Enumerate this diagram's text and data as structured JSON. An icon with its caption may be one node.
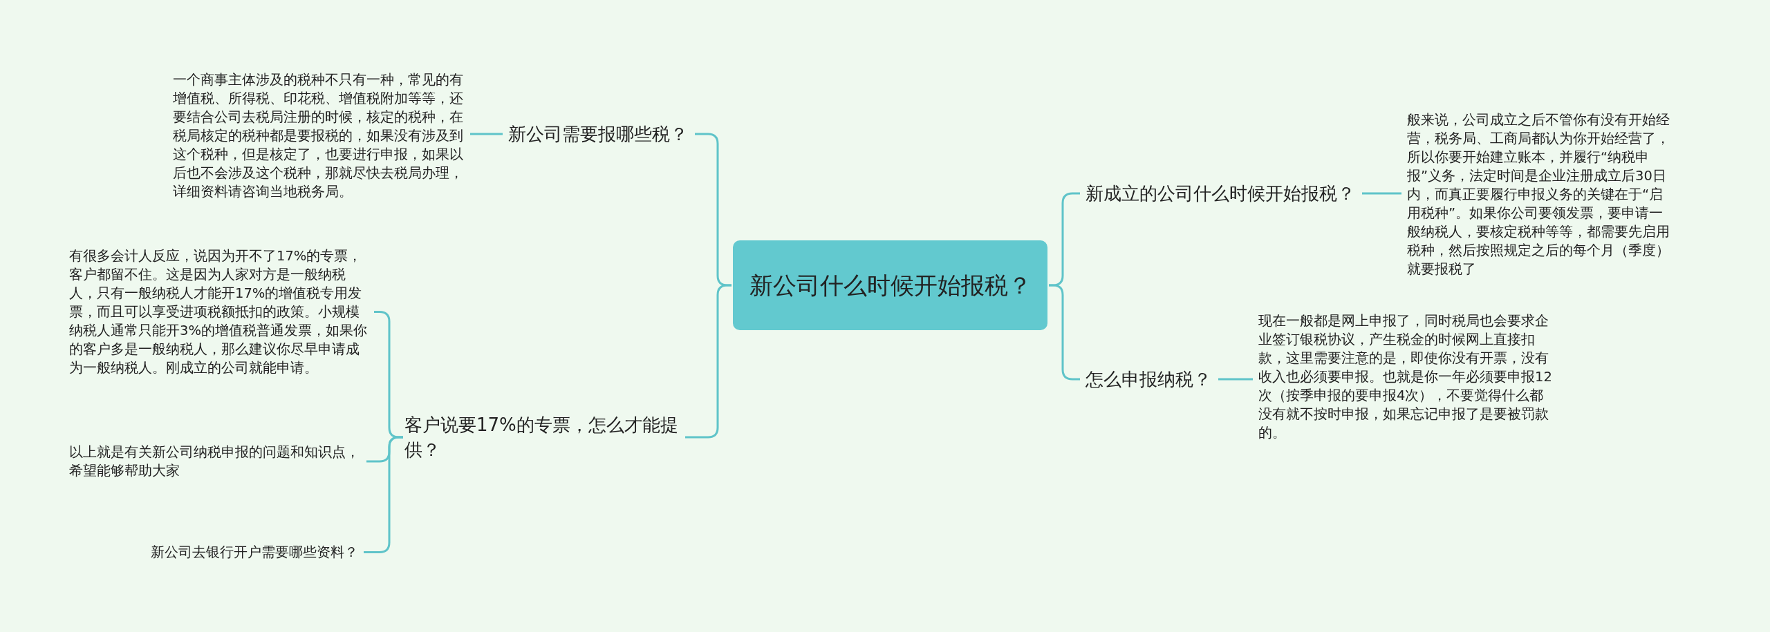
{
  "diagram": {
    "nodes": [
      {
        "text": [
          "新公司什么时候开始报税？"
        ]
      },
      {
        "text": [
          "新公司需要报哪些税？"
        ]
      },
      {
        "text": [
          "一个商事主体涉及的税种不只有一种，常见的有增值税、所得税、印花税、增值税附加等等，还要结合公司去税局注册的时候，核定的税种，在税局核定的税种都是要报税的，如果没有涉及到这个税种，但是核定了，也要进行申报，如果以后也不会涉及这个税种，那就尽快去税局办理，详细资料请咨询当地税务局。"
        ]
      },
      {
        "text": [
          "客户说要17%的专票，怎么才能提供？"
        ]
      },
      {
        "text": [
          "有很多会计人反应，说因为开不了17%的专票，客户都留不住。这是因为人家对方是一般纳税人，只有一般纳税人才能开17%的增值税专用发票，而且可以享受进项税额抵扣的政策。小规模纳税人通常只能开3%的增值税普通发票，如果你的客户多是一般纳税人，那么建议你尽早申请成为一般纳税人。刚成立的公司就能申请。"
        ]
      },
      {
        "text": [
          "以上就是有关新公司纳税申报的问题和知识点，希望能够帮助大家"
        ]
      },
      {
        "text": [
          "新公司去银行开户需要哪些资料？"
        ]
      },
      {
        "text": [
          "新成立的公司什么时候开始报税？"
        ]
      },
      {
        "text": [
          "般来说，公司成立之后不管你有没有开始经营，税务局、工商局都认为你开始经营了，所以你要开始建立账本，并履行“纳税申报”义务，法定时间是企业注册成立后30日内，而真正要履行申报义务的关键在于“启用税种”。如果你公司要领发票，要申请一般纳税人，要核定税种等等，都需要先启用税种，然后按照规定之后的每个月（季度）就要报税了"
        ]
      },
      {
        "text": [
          "怎么申报纳税？"
        ]
      },
      {
        "text": [
          "现在一般都是网上申报了，同时税局也会要求企业签订银税协议，产生税金的时候网上直接扣款，这里需要注意的是，即使你没有开票，没有收入也必须要申报。也就是你一年必须要申报12次（按季申报的要申报4次），不要觉得什么都没有就不按时申报，如果忘记申报了是要被罚款的。"
        ]
      }
    ],
    "edges": [
      {
        "from": 0,
        "to": 1,
        "arrow": "none"
      },
      {
        "from": 1,
        "to": 2,
        "arrow": "none"
      },
      {
        "from": 0,
        "to": 3,
        "arrow": "none"
      },
      {
        "from": 3,
        "to": 4,
        "arrow": "none"
      },
      {
        "from": 3,
        "to": 5,
        "arrow": "none"
      },
      {
        "from": 3,
        "to": 6,
        "arrow": "none"
      },
      {
        "from": 0,
        "to": 7,
        "arrow": "none"
      },
      {
        "from": 7,
        "to": 8,
        "arrow": "none"
      },
      {
        "from": 0,
        "to": 9,
        "arrow": "none"
      },
      {
        "from": 9,
        "to": 10,
        "arrow": "none"
      }
    ]
  }
}
